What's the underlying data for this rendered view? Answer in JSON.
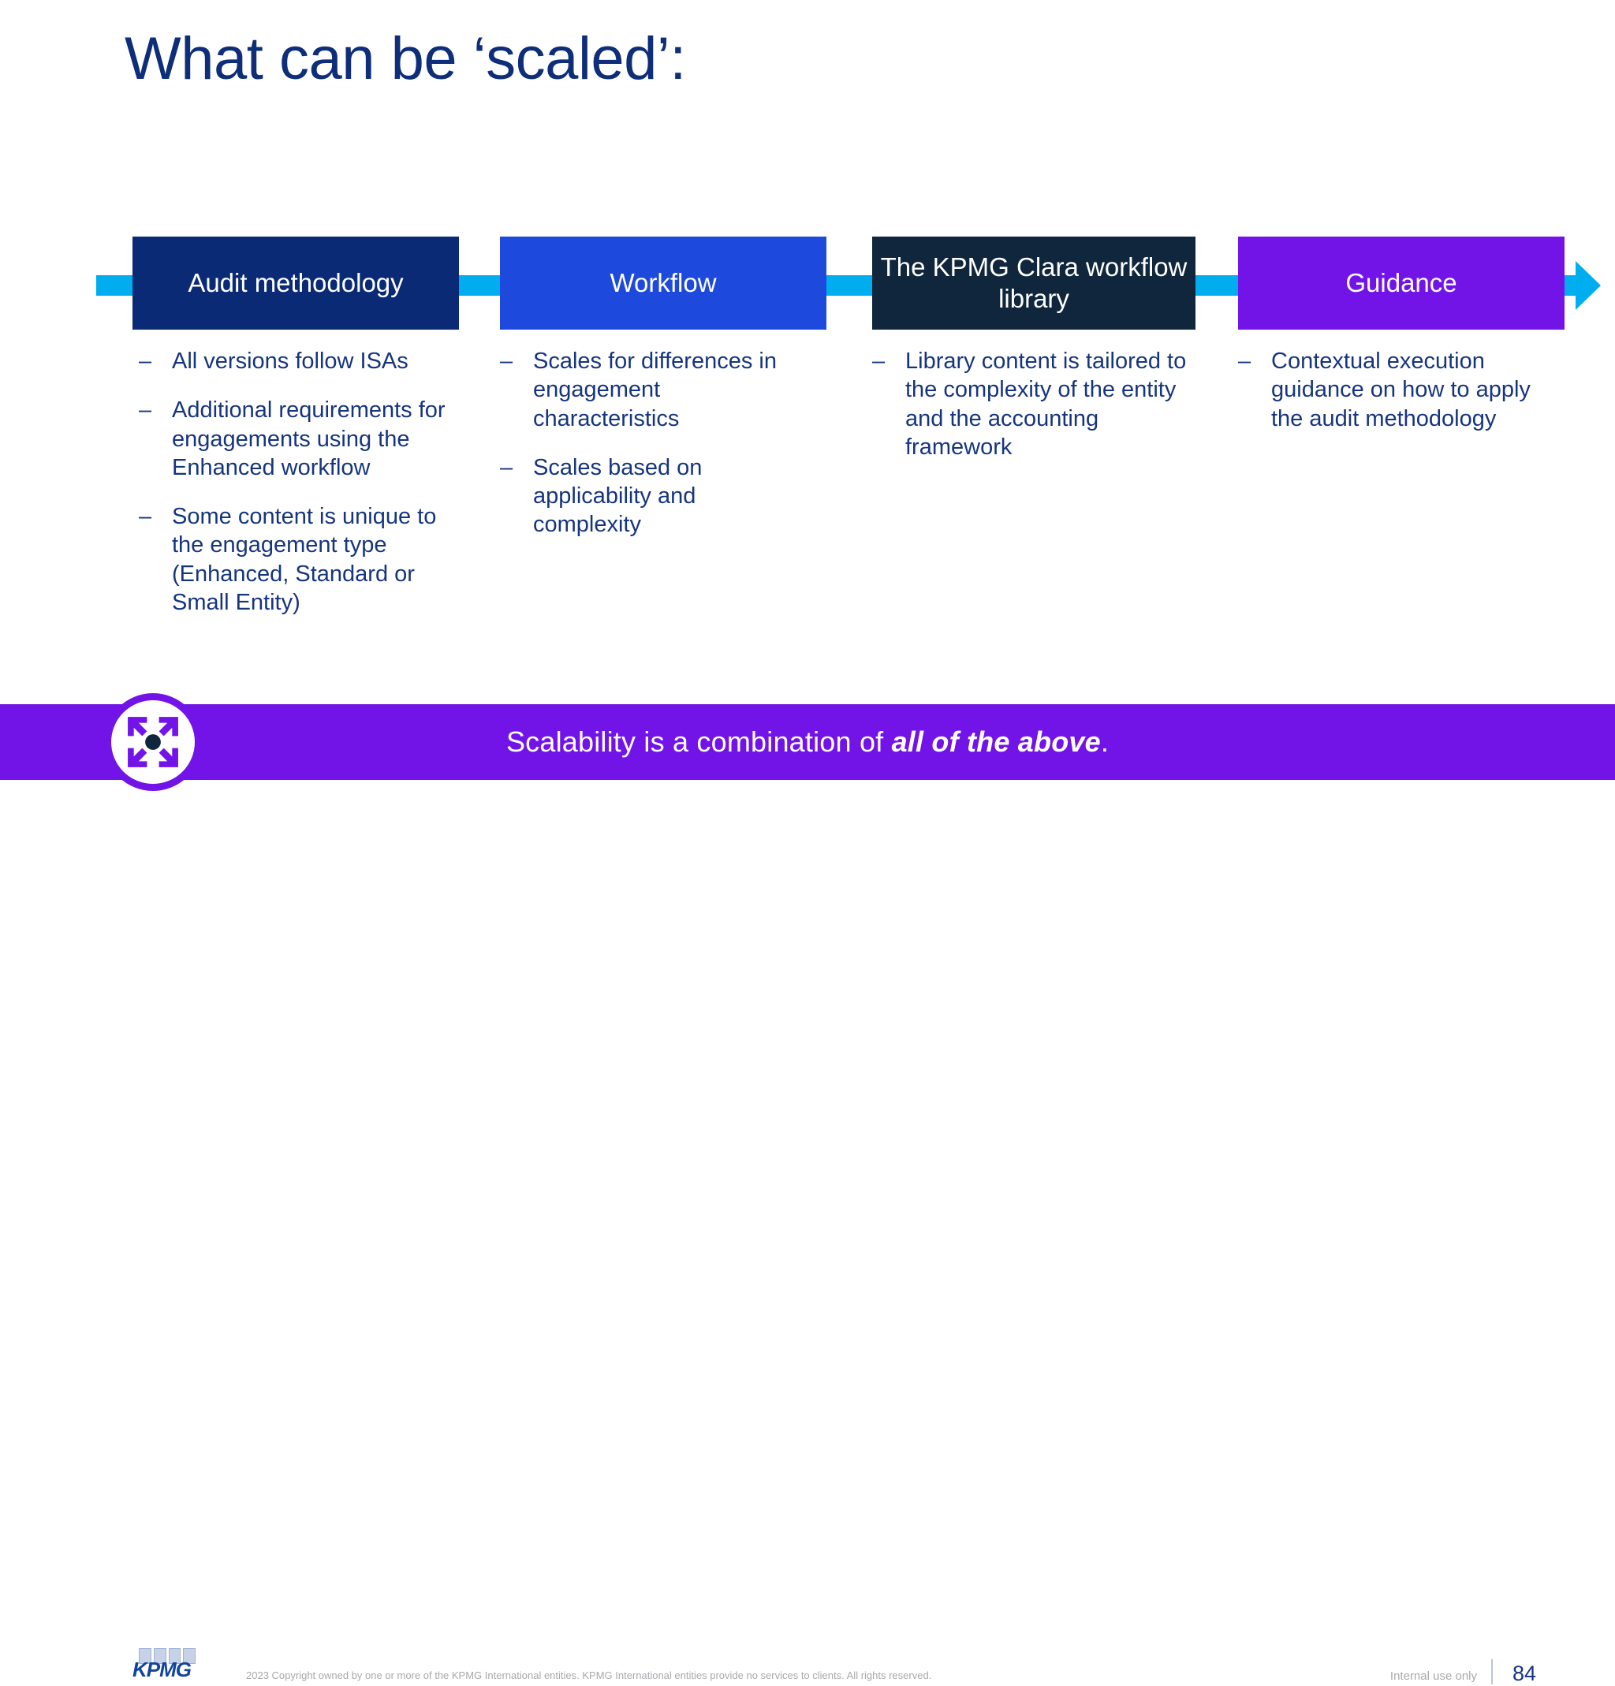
{
  "slide": {
    "title": "What can be ‘scaled’:",
    "colors": {
      "title_navy": "#0E2E7A",
      "body_navy": "#16357F",
      "connector_cyan": "#00AEEF",
      "banner_purple": "#7213E8"
    }
  },
  "flow": {
    "boxes": [
      {
        "label": "Audit methodology",
        "color": "#0B2A75"
      },
      {
        "label": "Workflow",
        "color": "#1E49DD"
      },
      {
        "label": "The KPMG Clara workflow library",
        "color": "#10263C"
      },
      {
        "label": "Guidance",
        "color": "#7213E8"
      }
    ]
  },
  "columns": [
    {
      "bullets": [
        "All versions follow ISAs",
        "Additional requirements for engagements using the Enhanced workflow",
        "Some content is unique to the engagement type (Enhanced, Standard or Small Entity)"
      ]
    },
    {
      "bullets": [
        "Scales for differences in engagement characteristics",
        "Scales based on applicability and complexity"
      ]
    },
    {
      "bullets": [
        "Library content is tailored to the complexity of the entity and the accounting framework"
      ]
    },
    {
      "bullets": [
        "Contextual execution guidance on how to apply the audit methodology"
      ]
    }
  ],
  "bullet_marker": "–",
  "banner": {
    "text_before": "Scalability is a combination of ",
    "text_emphasis": "all of the above",
    "text_after": ".",
    "icon": "scale-expand-icon"
  },
  "footer": {
    "logo_text": "KPMG",
    "copyright": "2023 Copyright owned by one or more of the KPMG International entities. KPMG International entities provide no services to clients. All rights reserved.",
    "classification": "Internal use only",
    "page_number": "84"
  }
}
